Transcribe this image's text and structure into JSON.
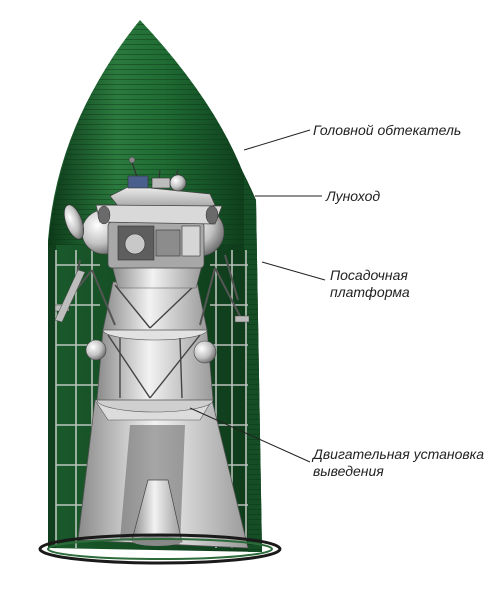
{
  "labels": {
    "fairing": "Головной обтекатель",
    "rover": "Луноход",
    "platform_line1": "Посадочная",
    "platform_line2": "платформа",
    "engine_line1": "Двигательная установка",
    "engine_line2": "выведения"
  },
  "colors": {
    "fairing_green": "#1e6a33",
    "fairing_dark": "#0f3f1c",
    "metal_light": "#e6e6e6",
    "metal_mid": "#b5b5b5",
    "metal_dark": "#7a7a7a",
    "leader": "#222222"
  }
}
